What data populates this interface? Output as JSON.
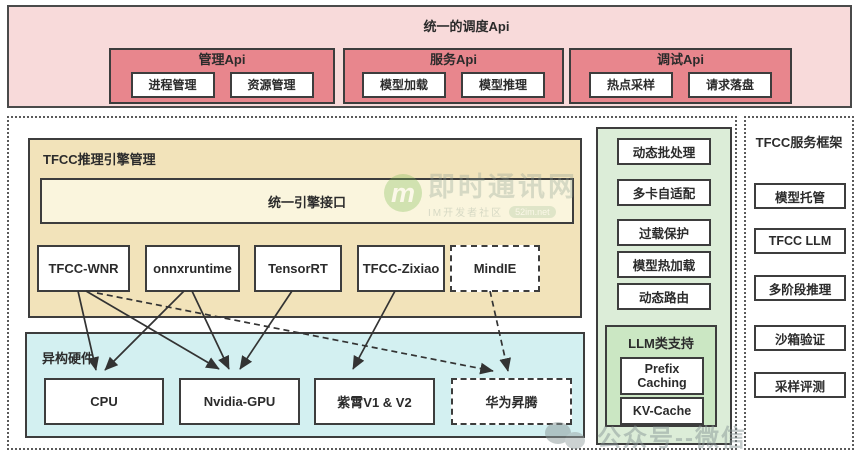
{
  "top": {
    "title": "统一的调度Api",
    "groups": [
      {
        "title": "管理Api",
        "items": [
          "进程管理",
          "资源管理"
        ]
      },
      {
        "title": "服务Api",
        "items": [
          "模型加载",
          "模型推理"
        ]
      },
      {
        "title": "调试Api",
        "items": [
          "热点采样",
          "请求落盘"
        ]
      }
    ]
  },
  "engine_section": {
    "title": "TFCC推理引擎管理",
    "interface_label": "统一引擎接口",
    "engines": [
      "TFCC-WNR",
      "onnxruntime",
      "TensorRT",
      "TFCC-Zixiao",
      "MindIE"
    ]
  },
  "hardware_section": {
    "title": "异构硬件",
    "items": [
      "CPU",
      "Nvidia-GPU",
      "紫霄V1 & V2",
      "华为昇腾"
    ]
  },
  "features_column": {
    "items": [
      "动态批处理",
      "多卡自适配",
      "过载保护",
      "模型热加载",
      "动态路由"
    ],
    "llm_group": {
      "title": "LLM类支持",
      "items": [
        "Prefix Caching",
        "KV-Cache"
      ]
    }
  },
  "service_framework": {
    "title": "TFCC服务框架",
    "items": [
      "模型托管",
      "TFCC LLM",
      "多阶段推理",
      "沙箱验证",
      "采样评测"
    ]
  },
  "connections": [
    {
      "from": "TFCC-WNR",
      "to": "CPU",
      "style": "solid"
    },
    {
      "from": "TFCC-WNR",
      "to": "Nvidia-GPU",
      "style": "solid"
    },
    {
      "from": "TFCC-WNR",
      "to": "华为昇腾",
      "style": "dashed"
    },
    {
      "from": "onnxruntime",
      "to": "CPU",
      "style": "solid"
    },
    {
      "from": "onnxruntime",
      "to": "Nvidia-GPU",
      "style": "solid"
    },
    {
      "from": "TensorRT",
      "to": "Nvidia-GPU",
      "style": "solid"
    },
    {
      "from": "TFCC-Zixiao",
      "to": "紫霄V1 & V2",
      "style": "solid"
    },
    {
      "from": "MindIE",
      "to": "华为昇腾",
      "style": "dashed"
    }
  ],
  "watermarks": {
    "center": {
      "logo_letter": "m",
      "title": "即时通讯网",
      "subtitle": "IM开发者社区",
      "badge": "52im.net"
    },
    "bottom": {
      "text": "公众号--微信"
    }
  },
  "colors": {
    "pink_fill": "#f8dada",
    "salmon_fill": "#e8868d",
    "yellow_fill": "#f2e3ba",
    "cream_fill": "#faf5dd",
    "cyan_fill": "#d3f0f1",
    "green_fill": "#dcedd8",
    "green_dark_fill": "#cbe7c3",
    "border_dark": "#3d3d3d",
    "logo_green": "#7cbb55"
  }
}
